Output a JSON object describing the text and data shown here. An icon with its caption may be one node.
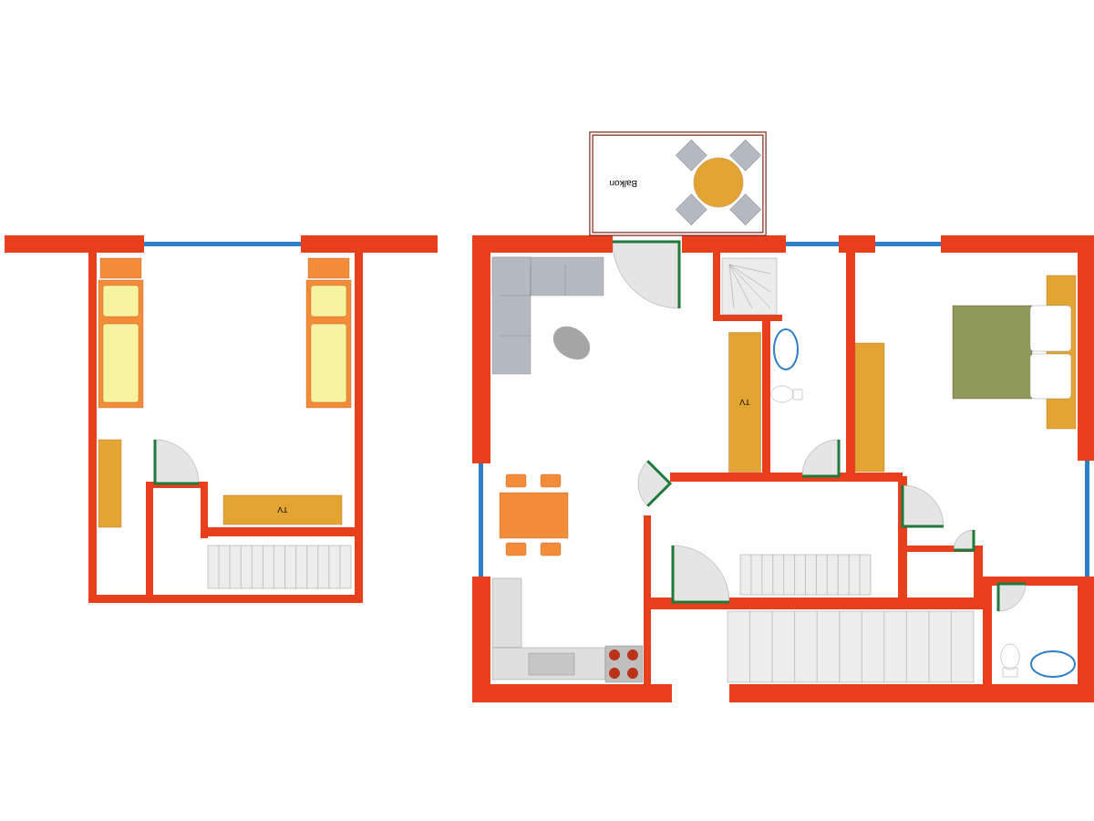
{
  "diagram": {
    "nodes": [
      {
        "text": [
          "Balkon"
        ]
      },
      {
        "text": [
          "TV"
        ]
      },
      {
        "text": [
          "TV"
        ]
      }
    ]
  }
}
